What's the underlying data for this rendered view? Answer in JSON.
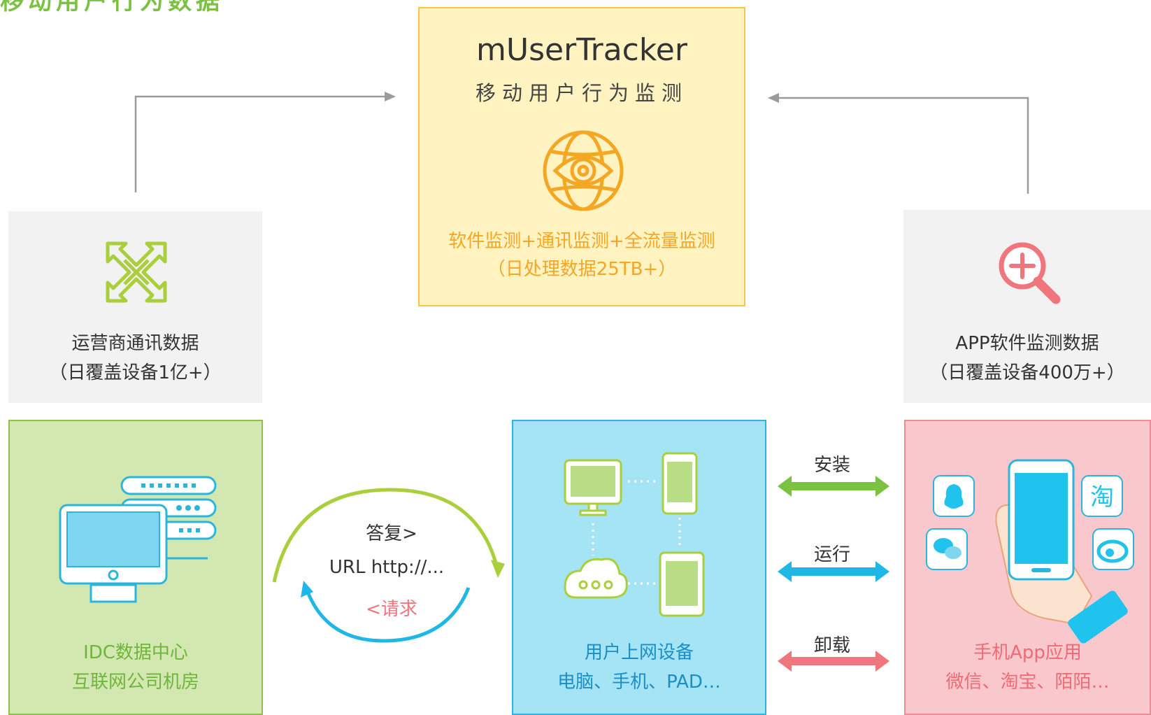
{
  "header": {
    "clipped_title": "移动用户行为数据"
  },
  "core": {
    "title": "mUserTracker",
    "subtitle": "移动用户行为监测",
    "line1": "软件监测+通讯监测+全流量监测",
    "line2": "（日处理数据25TB+）",
    "icon": "globe-eye-icon"
  },
  "sources": {
    "left": {
      "line1": "运营商通讯数据",
      "line2": "（日覆盖设备1亿+）",
      "icon": "expand-arrows-icon"
    },
    "right": {
      "line1": "APP软件监测数据",
      "line2": "（日覆盖设备400万+）",
      "icon": "zoom-in-icon"
    }
  },
  "nodes": {
    "idc": {
      "line1": "IDC数据中心",
      "line2": "互联网公司机房",
      "icon": "server-monitor-icon"
    },
    "devices": {
      "line1": "用户上网设备",
      "line2": "电脑、手机、PAD…",
      "icon": "devices-icon"
    },
    "apps": {
      "line1": "手机App应用",
      "line2": "微信、淘宝、陌陌…",
      "icon": "phone-apps-icon"
    }
  },
  "exchange": {
    "reply": "答复>",
    "url": "URL http://...",
    "request": "<请求"
  },
  "actions": {
    "install": "安装",
    "run": "运行",
    "uninstall": "卸载"
  },
  "colors": {
    "green": "#7cc242",
    "cyan": "#1fb8e6",
    "pink": "#f0767e",
    "yellow": "#f5a623",
    "grey": "#9a9a9a"
  }
}
